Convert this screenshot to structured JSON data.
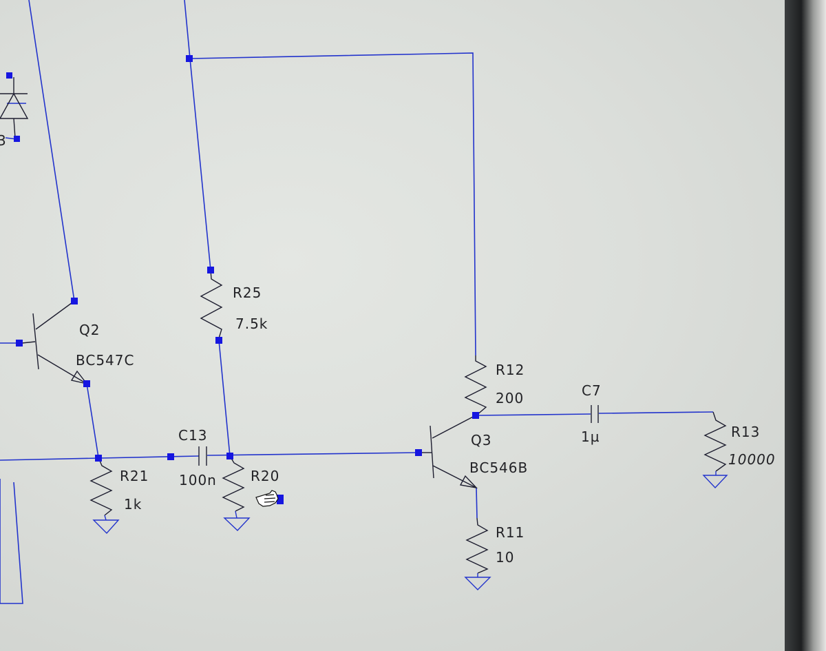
{
  "components": {
    "q2": {
      "ref": "Q2",
      "value": "BC547C"
    },
    "r25": {
      "ref": "R25",
      "value": "7.5k"
    },
    "r12": {
      "ref": "R12",
      "value": "200"
    },
    "c7": {
      "ref": "C7",
      "value": "1µ"
    },
    "r13": {
      "ref": "R13",
      "value": "10000"
    },
    "c13": {
      "ref": "C13",
      "value": "100n"
    },
    "r20": {
      "ref": "R20",
      "value": ""
    },
    "r21": {
      "ref": "R21",
      "value": "1k"
    },
    "q3": {
      "ref": "Q3",
      "value": "BC546B"
    },
    "r11": {
      "ref": "R11",
      "value": "10"
    }
  },
  "colors": {
    "wire": "#2233cc",
    "node": "#1616e0",
    "component": "#1e1e30",
    "text": "#222226",
    "canvas": "#dfe2de"
  },
  "icons": {
    "cursor": "hand-pointer-icon"
  }
}
